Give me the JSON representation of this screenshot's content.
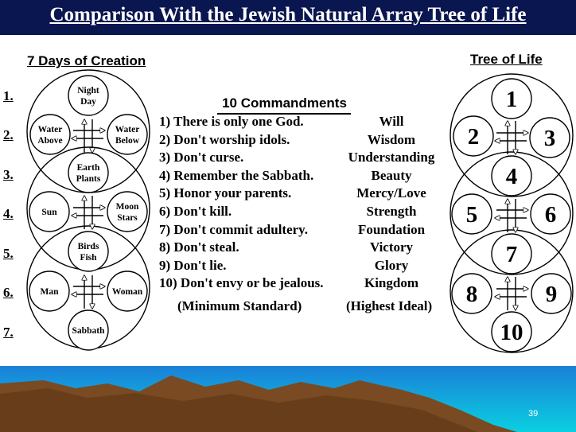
{
  "slide": {
    "title": "Comparison With the Jewish Natural Array Tree of Life",
    "page_number": "39"
  },
  "creation": {
    "heading": "7 Days of Creation",
    "day_numbers": [
      "1.",
      "2.",
      "3.",
      "4.",
      "5.",
      "6.",
      "7."
    ],
    "circles": [
      [
        "Night",
        "Day"
      ],
      [
        "Water",
        "Above"
      ],
      [
        "Water",
        "Below"
      ],
      [
        "Earth",
        "Plants"
      ],
      [
        "Sun"
      ],
      [
        "Moon",
        "Stars"
      ],
      [
        "Birds",
        "Fish"
      ],
      [
        "Man"
      ],
      [
        "Woman"
      ],
      [
        "Sabbath"
      ]
    ]
  },
  "commandments": {
    "heading": "10 Commandments",
    "items": [
      {
        "text": "1) There is only one God.",
        "attribute": "Will"
      },
      {
        "text": "2) Don't worship idols.",
        "attribute": "Wisdom"
      },
      {
        "text": "3) Don't curse.",
        "attribute": "Understanding"
      },
      {
        "text": "4) Remember the Sabbath.",
        "attribute": "Beauty"
      },
      {
        "text": "5) Honor your parents.",
        "attribute": "Mercy/Love"
      },
      {
        "text": "6) Don't kill.",
        "attribute": "Strength"
      },
      {
        "text": "7) Don't commit adultery.",
        "attribute": "Foundation"
      },
      {
        "text": "8) Don't steal.",
        "attribute": "Victory"
      },
      {
        "text": "9) Don't lie.",
        "attribute": "Glory"
      },
      {
        "text": "10) Don't envy or be jealous.",
        "attribute": "Kingdom"
      }
    ],
    "footer_left": "(Minimum Standard)",
    "footer_right": "(Highest Ideal)"
  },
  "tree": {
    "heading": "Tree of Life",
    "nodes": [
      "1",
      "2",
      "3",
      "4",
      "5",
      "6",
      "7",
      "8",
      "9",
      "10"
    ]
  },
  "colors": {
    "title_bar": "#0a1650",
    "title_text": "#ffffff",
    "ink": "#000000",
    "sky_top": "#1a80d8",
    "sky_bottom": "#0ad0e0",
    "mountain": "#7a4a22"
  }
}
